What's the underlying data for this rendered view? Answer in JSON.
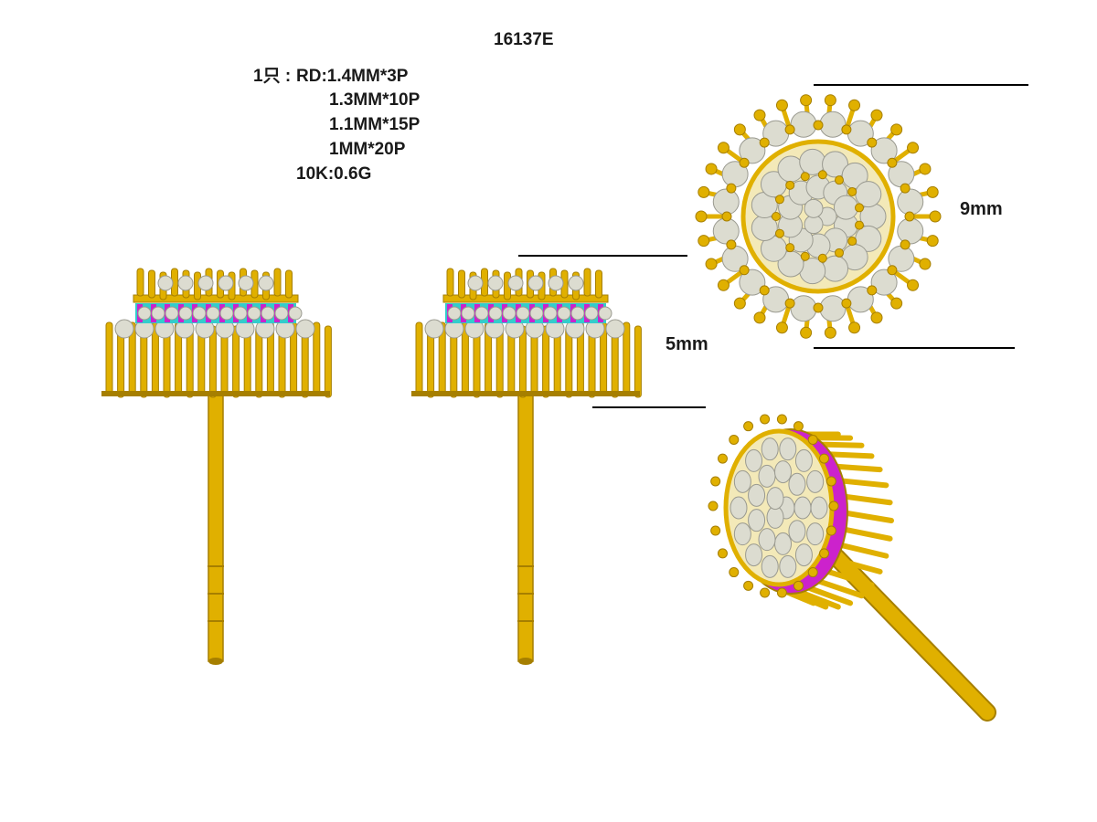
{
  "drawing": {
    "model_code": "16137E",
    "stone_spec_prefix": "1只 :",
    "stone_specs": [
      "RD:1.4MM*3P",
      "1.3MM*10P",
      "1.1MM*15P",
      "1MM*20P"
    ],
    "metal_spec": "10K:0.6G",
    "dimension_width": "9mm",
    "dimension_height": "5mm"
  },
  "colors": {
    "gold": "#e0b000",
    "gold_shade": "#a67f00",
    "diamond": "#dcdcd0",
    "purple_stone": "#cc22cc",
    "cyan_stone": "#33cccc",
    "dimension_line": "#000000"
  }
}
